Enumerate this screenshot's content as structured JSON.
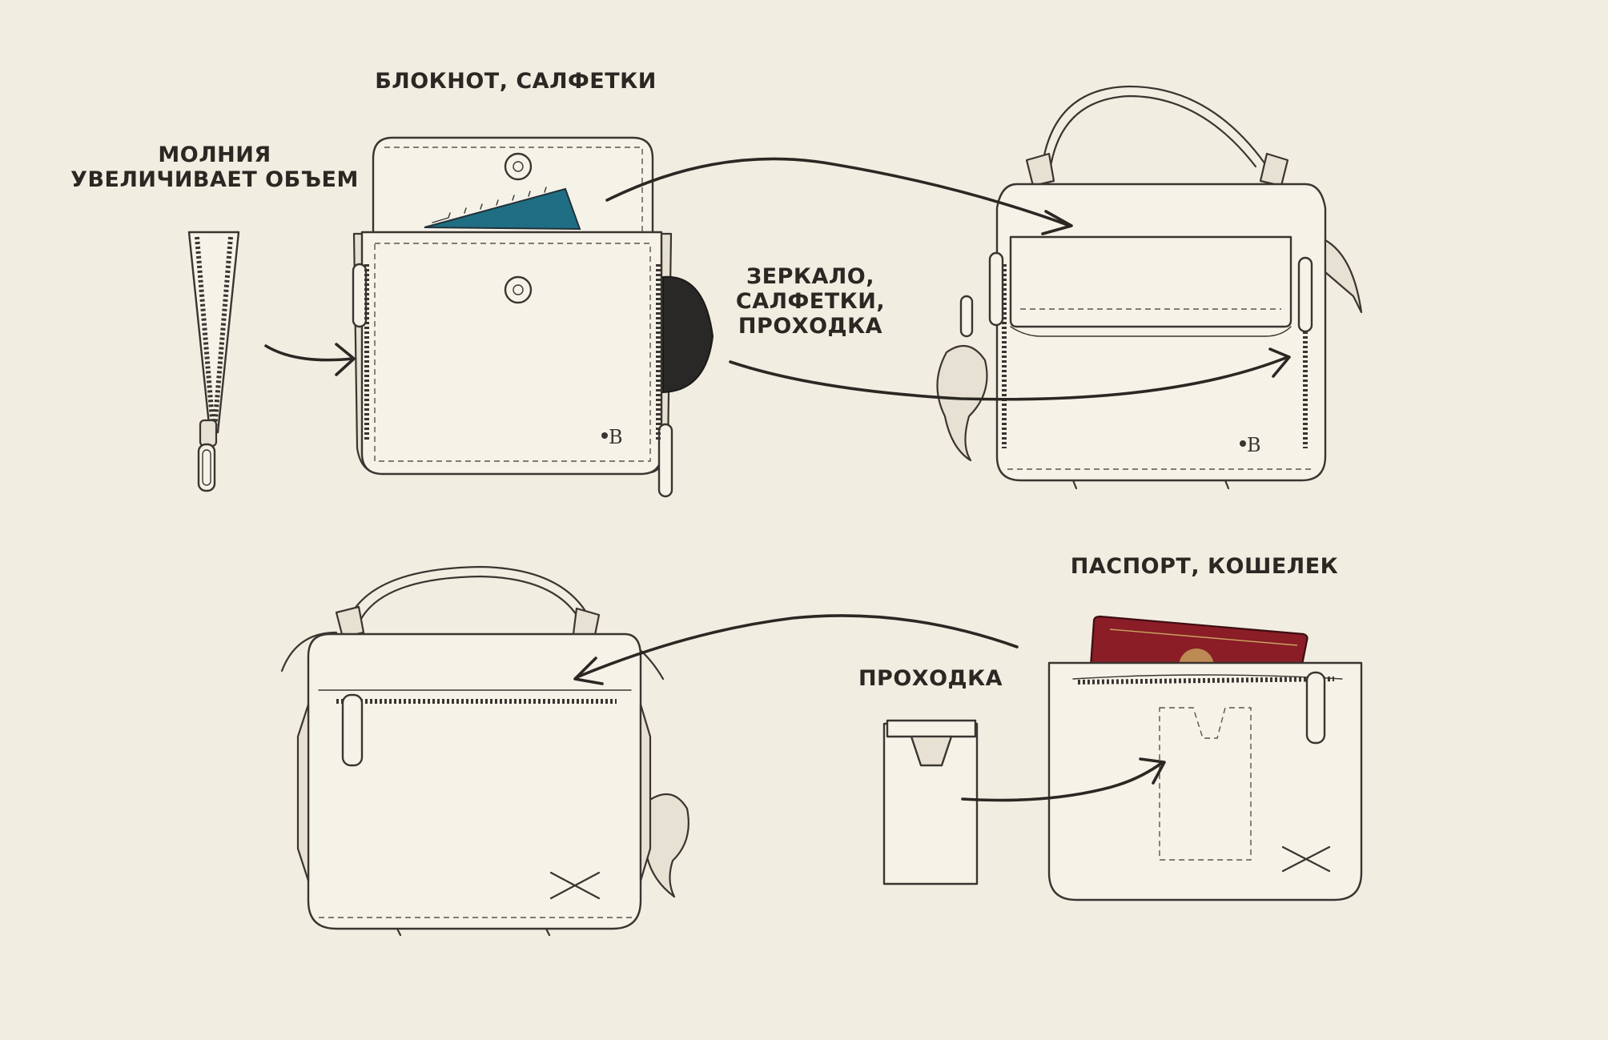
{
  "labels": {
    "zipper": "МОЛНИЯ\nУВЕЛИЧИВАЕТ ОБЪЕМ",
    "notebook_napkins": "БЛОКНОТ, САЛФЕТКИ",
    "mirror_napkins_pass": "ЗЕРКАЛО,\nСАЛФЕТКИ,\nПРОХОДКА",
    "passport_wallet": "ПАСПОРТ, КОШЕЛЕК",
    "pass": "ПРОХОДКА"
  },
  "logo": {
    "text": "B"
  },
  "colors": {
    "background": "#f1ede1",
    "notebook": "#1f6e84",
    "passport": "#8a1d26",
    "mirror": "#2a2826",
    "ink": "#2b2723"
  }
}
